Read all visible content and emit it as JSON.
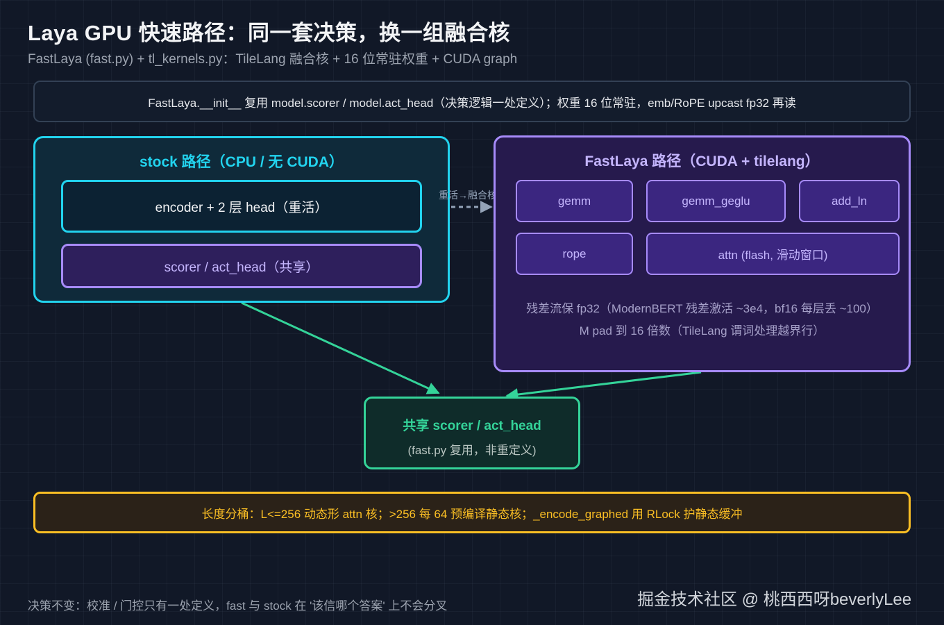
{
  "header": {
    "title": "Laya GPU 快速路径：同一套决策，换一组融合核",
    "subtitle": "FastLaya (fast.py) + tl_kernels.py：TileLang 融合核 + 16 位常驻权重 + CUDA graph"
  },
  "init_note": "FastLaya.__init__ 复用 model.scorer / model.act_head（决策逻辑一处定义）；权重 16 位常驻，emb/RoPE upcast fp32 再读",
  "stock": {
    "title": "stock 路径（CPU / 无 CUDA）",
    "encoder": "encoder + 2 层 head（重活）",
    "scorer": "scorer / act_head（共享）"
  },
  "rehot_label": "重活→融合核",
  "fast": {
    "title": "FastLaya 路径（CUDA + tilelang）",
    "kernels": {
      "gemm": "gemm",
      "gemm_geglu": "gemm_geglu",
      "add_ln": "add_ln",
      "rope": "rope",
      "attn": "attn (flash, 滑动窗口)"
    },
    "note1": "残差流保 fp32（ModernBERT 残差激活 ~3e4，bf16 每层丢 ~100）",
    "note2": "M pad 到 16 倍数（TileLang 谓词处理越界行）"
  },
  "shared": {
    "title": "共享 scorer / act_head",
    "subtitle": "(fast.py 复用，非重定义)"
  },
  "bucket": "长度分桶：L<=256 动态形 attn 核；>256 每 64 预编译静态核；_encode_graphed 用 RLock 护静态缓冲",
  "footer": "决策不变：校准 / 门控只有一处定义，fast 与 stock 在 '该信哪个答案' 上不会分叉",
  "watermark": "掘金技术社区 @ 桃西西呀beverlyLee",
  "colors": {
    "stock": "#22d3ee",
    "fast": "#a78bfa",
    "shared": "#34d399",
    "bucket": "#fbbf24"
  }
}
